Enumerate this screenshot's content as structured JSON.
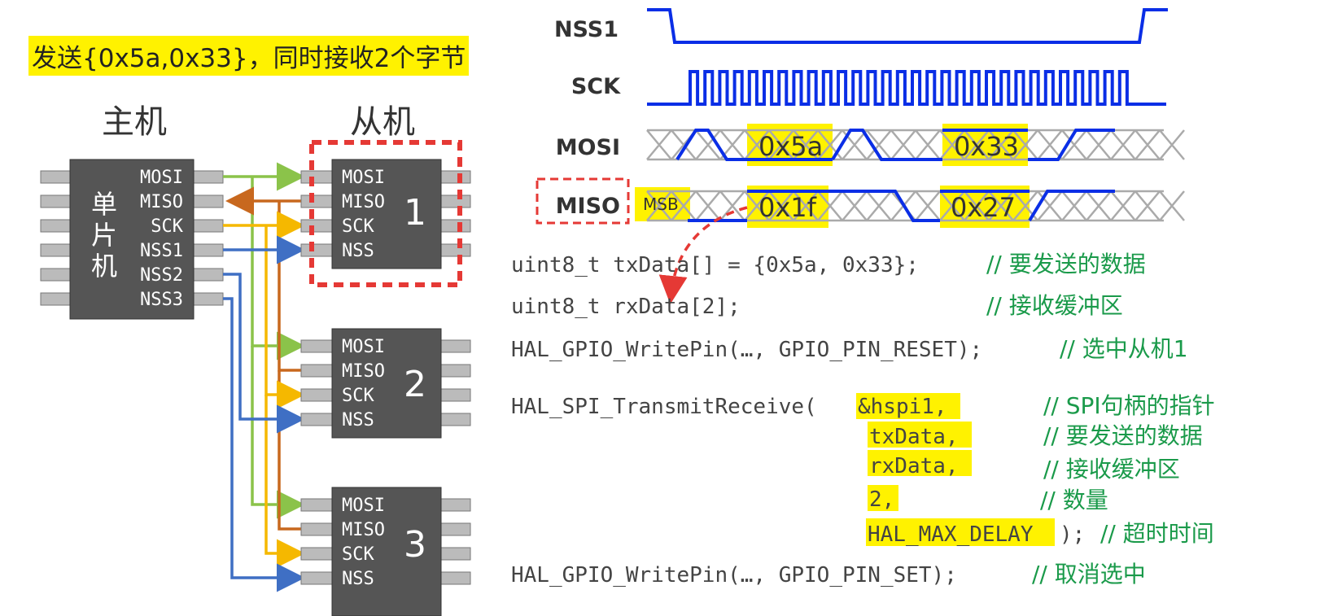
{
  "banner": "发送{0x5a,0x33}，同时接收2个字节",
  "master": {
    "heading": "主机",
    "chip_label": [
      "单",
      "片",
      "机"
    ],
    "pins": [
      "MOSI",
      "MISO",
      "SCK",
      "NSS1",
      "NSS2",
      "NSS3"
    ]
  },
  "slave_heading": "从机",
  "slaves": [
    {
      "number": "1",
      "pins": [
        "MOSI",
        "MISO",
        "SCK",
        "NSS"
      ]
    },
    {
      "number": "2",
      "pins": [
        "MOSI",
        "MISO",
        "SCK",
        "NSS"
      ]
    },
    {
      "number": "3",
      "pins": [
        "MOSI",
        "MISO",
        "SCK",
        "NSS"
      ]
    }
  ],
  "signals": [
    "NSS1",
    "SCK",
    "MOSI",
    "MISO"
  ],
  "timing": {
    "mosi_bytes": [
      "0x5a",
      "0x33"
    ],
    "miso_bytes": [
      "0x1f",
      "0x27"
    ],
    "msb_label": "MSB"
  },
  "code": [
    {
      "code": "uint8_t txData[] = {0x5a, 0x33};",
      "comment": "// 要发送的数据"
    },
    {
      "code": "uint8_t rxData[2];",
      "comment": "// 接收缓冲区"
    },
    {
      "code": "HAL_GPIO_WritePin(…, GPIO_PIN_RESET);",
      "comment": "// 选中从机1"
    },
    {
      "code": "HAL_SPI_TransmitReceive(",
      "arg": "&hspi1,",
      "comment": "// SPI句柄的指针"
    },
    {
      "arg": "txData,",
      "comment": "// 要发送的数据"
    },
    {
      "arg": "rxData,",
      "comment": "// 接收缓冲区"
    },
    {
      "arg": "2,",
      "comment": "// 数量"
    },
    {
      "arg": "HAL_MAX_DELAY",
      "tail": ");",
      "comment": "// 超时时间"
    },
    {
      "code": "HAL_GPIO_WritePin(…, GPIO_PIN_SET);",
      "comment": "// 取消选中"
    }
  ],
  "colors": {
    "mosi": "#8bc34a",
    "miso": "#c8681e",
    "sck": "#f5b800",
    "nss": "#3f6fc4",
    "wave": "#0a2ee6",
    "chip": "#555555",
    "highlight": "#fff200",
    "comment": "#1a9a4a",
    "dashed": "#e53935"
  }
}
